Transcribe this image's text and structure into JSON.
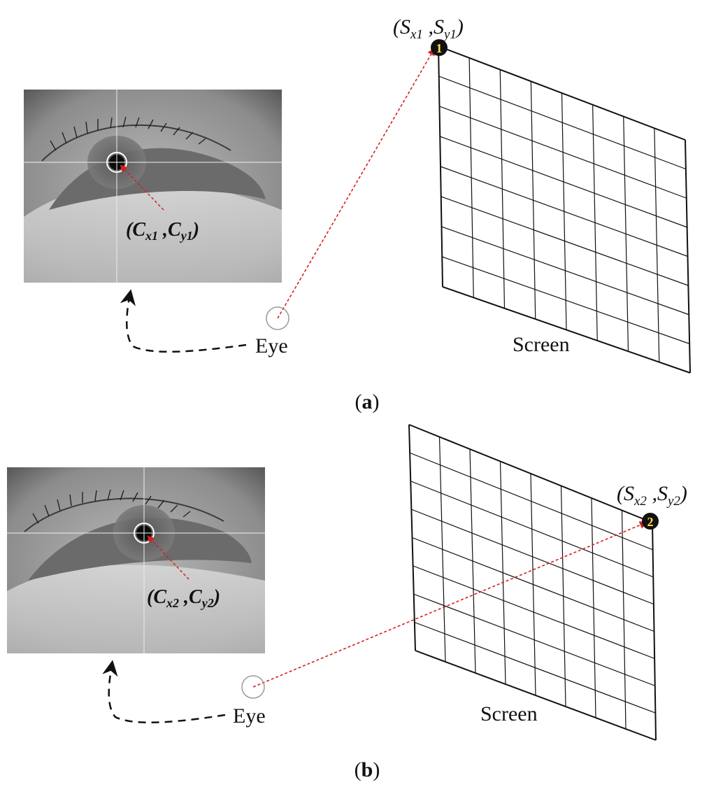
{
  "panels": [
    {
      "id": "a",
      "caption": "a",
      "eye_label": "Eye",
      "screen_label": "Screen",
      "pupil_coord": {
        "open": "(",
        "c1": "C",
        "s1": "x1",
        "sep": " ,",
        "c2": "C",
        "s2": "y1",
        "close": ")"
      },
      "screen_coord": {
        "open": "(",
        "c1": "S",
        "s1": "x1",
        "sep": " ,",
        "c2": "S",
        "s2": "y1",
        "close": ")"
      },
      "marker_number": "1"
    },
    {
      "id": "b",
      "caption": "b",
      "eye_label": "Eye",
      "screen_label": "Screen",
      "pupil_coord": {
        "open": "(",
        "c1": "C",
        "s1": "x2",
        "sep": " ,",
        "c2": "C",
        "s2": "y2",
        "close": ")"
      },
      "screen_coord": {
        "open": "(",
        "c1": "S",
        "s1": "x2",
        "sep": " ,",
        "c2": "S",
        "s2": "y2",
        "close": ")"
      },
      "marker_number": "2"
    }
  ],
  "colors": {
    "gaze_line": "#d42020",
    "marker_fill": "#111111",
    "marker_text": "#ffe23a",
    "grid_stroke": "#111111",
    "eye_circle": "#9a9a9a"
  }
}
